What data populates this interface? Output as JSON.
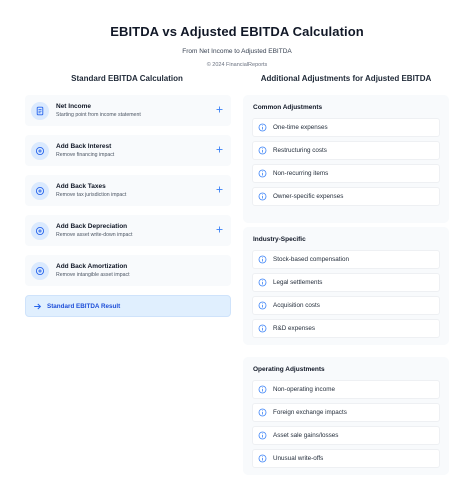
{
  "header": {
    "title": "EBITDA vs Adjusted EBITDA Calculation",
    "subtitle": "From Net Income to Adjusted EBITDA",
    "copyright": "© 2024 FinancialReports"
  },
  "columns": {
    "left_title": "Standard EBITDA Calculation",
    "right_title": "Additional Adjustments for Adjusted EBITDA"
  },
  "steps": [
    {
      "title": "Net Income",
      "desc": "Starting point from income statement",
      "icon": "document-icon"
    },
    {
      "title": "Add Back Interest",
      "desc": "Remove financing impact",
      "icon": "plus-circle-icon"
    },
    {
      "title": "Add Back Taxes",
      "desc": "Remove tax jurisdiction impact",
      "icon": "plus-circle-icon"
    },
    {
      "title": "Add Back Depreciation",
      "desc": "Remove asset write-down impact",
      "icon": "plus-circle-icon"
    },
    {
      "title": "Add Back Amortization",
      "desc": "Remove intangible asset impact",
      "icon": "plus-circle-icon"
    }
  ],
  "result": {
    "label": "Standard EBITDA Result",
    "icon": "arrow-right-icon"
  },
  "panels": [
    {
      "title": "Common Adjustments",
      "items": [
        "One-time expenses",
        "Restructuring costs",
        "Non-recurring items",
        "Owner-specific expenses"
      ]
    },
    {
      "title": "Industry-Specific",
      "items": [
        "Stock-based compensation",
        "Legal settlements",
        "Acquisition costs",
        "R&D expenses"
      ]
    },
    {
      "title": "Operating Adjustments",
      "items": [
        "Non-operating income",
        "Foreign exchange impacts",
        "Asset sale gains/losses",
        "Unusual write-offs"
      ]
    }
  ],
  "colors": {
    "accent": "#2563eb",
    "icon_bg": "#dbeafe",
    "card_bg": "#f8fafc",
    "result_bg": "#e0effe"
  }
}
